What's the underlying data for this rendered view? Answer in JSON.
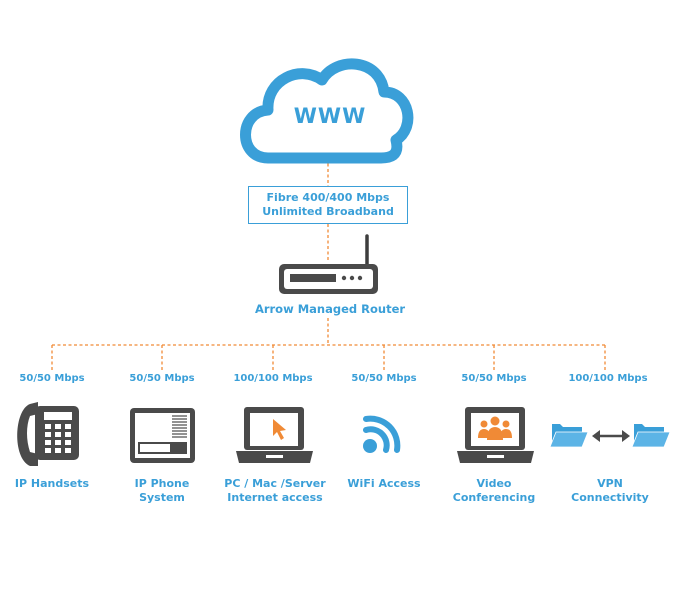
{
  "cloud": {
    "label": "WWW"
  },
  "fibre": {
    "line1": "Fibre 400/400 Mbps",
    "line2": "Unlimited Broadband"
  },
  "router": {
    "label": "Arrow Managed Router"
  },
  "endpoints": [
    {
      "speed": "50/50 Mbps",
      "name_line1": "IP Handsets",
      "name_line2": "",
      "icon": "desk-phone-icon"
    },
    {
      "speed": "50/50 Mbps",
      "name_line1": "IP Phone",
      "name_line2": "System",
      "icon": "phone-system-icon"
    },
    {
      "speed": "100/100 Mbps",
      "name_line1": "PC / Mac /Server",
      "name_line2": "Internet access",
      "icon": "laptop-cursor-icon"
    },
    {
      "speed": "50/50 Mbps",
      "name_line1": "WiFi Access",
      "name_line2": "",
      "icon": "wifi-icon"
    },
    {
      "speed": "50/50 Mbps",
      "name_line1": "Video",
      "name_line2": "Conferencing",
      "icon": "laptop-group-icon"
    },
    {
      "speed": "100/100 Mbps",
      "name_line1": "VPN",
      "name_line2": "Connectivity",
      "icon": "folder-sync-icon"
    }
  ],
  "colors": {
    "blue": "#3a9fd8",
    "orange": "#f08a36",
    "dark": "#4a4a4a"
  }
}
